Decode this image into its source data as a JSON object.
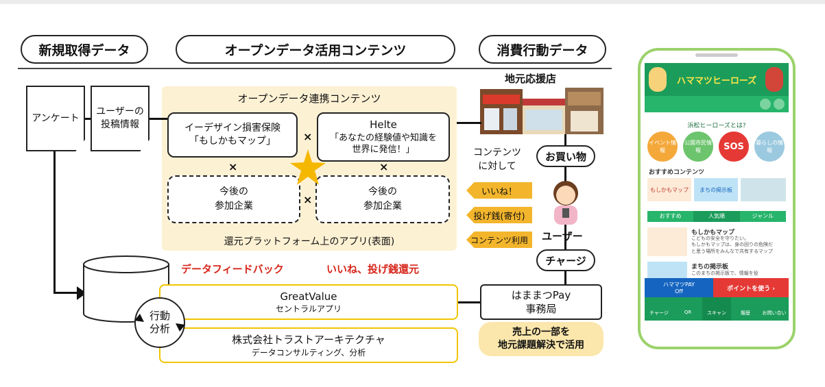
{
  "headers": {
    "new_data": "新規取得データ",
    "open_data_content": "オープンデータ活用コンテンツ",
    "consumption_data": "消費行動データ"
  },
  "inputs": {
    "survey": "アンケート",
    "user_post_line1": "ユーザーの",
    "user_post_line2": "投稿情報"
  },
  "open_data_panel": {
    "title": "オープンデータ連携コンテンツ",
    "box1_line1": "イーデザイン損害保険",
    "box1_line2": "「もしかもマップ」",
    "box2_line1": "Helte",
    "box2_line2": "「あなたの経験値や知識を",
    "box2_line3": "世界に発信！」",
    "times": "×",
    "future_line1": "今後の",
    "future_line2": "参加企業",
    "footer": "還元プラットフォーム上のアプリ(表面)"
  },
  "feedback": {
    "data_feedback": "データフィードバック",
    "like_return": "いいね、投げ銭還元"
  },
  "great_value": {
    "name": "GreatValue",
    "sub": "セントラルアプリ"
  },
  "trust": {
    "name": "株式会社トラストアーキテクチャ",
    "sub": "データコンサルティング、分析"
  },
  "analysis": {
    "line1": "行動",
    "line2": "分析"
  },
  "consumption": {
    "local_store": "地元応援店",
    "shopping": "お買い物",
    "content_for_line1": "コンテンツ",
    "content_for_line2": "に対して",
    "like": "いいね！",
    "tip": "投げ銭(寄付)",
    "content_use": "コンテンツ利用",
    "user": "ユーザー",
    "charge": "チャージ",
    "pay_line1": "はままつPay",
    "pay_line2": "事務局",
    "sales_line1": "売上の一部を",
    "sales_line2": "地元課題解決で活用"
  },
  "phone": {
    "app_title": "ハママツヒーローズ",
    "about": "浜松ヒーローズとは?",
    "circles": [
      "イベント情報",
      "公園市民情報",
      "SOS",
      "暮らしの情報"
    ],
    "recommended": "おすすめコンテンツ",
    "card1": "もしかもマップ",
    "card2": "まちの掲示板",
    "tabs": [
      "おすすめ",
      "人気順",
      "ジャンル"
    ],
    "item1_title": "もしかもマップ",
    "item1_text1": "こどもの安全を守りたい。",
    "item1_text2": "もしかもマップは、身の回りの危険だ",
    "item1_text3": "と思う場所をみんなで共有するマップ",
    "item2_title": "まちの掲示板",
    "item2_text1": "このまちの掲示板で、情報を役",
    "pay_btn_line1": "ハママツPAY",
    "pay_btn_line2": "Off",
    "points_btn": "ポイントを使う ›",
    "nav": [
      "チャージ",
      "QR",
      "スキャン",
      "履歴",
      "お問い合い"
    ],
    "colors": {
      "green": "#1b9c5a",
      "red": "#e53935",
      "blue": "#1565c0",
      "frame": "#9bd26b"
    }
  },
  "colors": {
    "panel": "#fdf1d4",
    "tag": "#f3b52c",
    "star": "#f5b800",
    "red_text": "#d7261b",
    "yellow_border": "#f1c400"
  }
}
